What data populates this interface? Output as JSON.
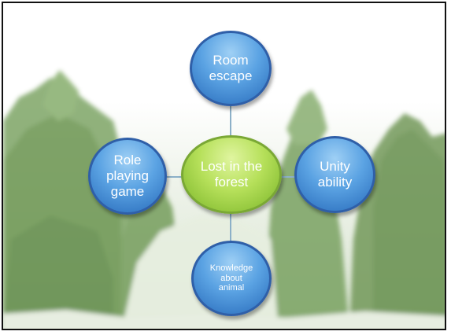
{
  "diagram": {
    "center": {
      "label": "Lost in the forest",
      "color": "#9dd04a"
    },
    "top": {
      "label": "Room escape",
      "color": "#4f97df"
    },
    "left": {
      "label": "Role playing game",
      "color": "#4f97df"
    },
    "right": {
      "label": "Unity ability",
      "color": "#4f97df"
    },
    "bottom": {
      "label": "Knowledge about animal",
      "color": "#4f97df"
    }
  },
  "background": {
    "scene": "forest-trees-snow",
    "tint": "#6f9a55"
  }
}
